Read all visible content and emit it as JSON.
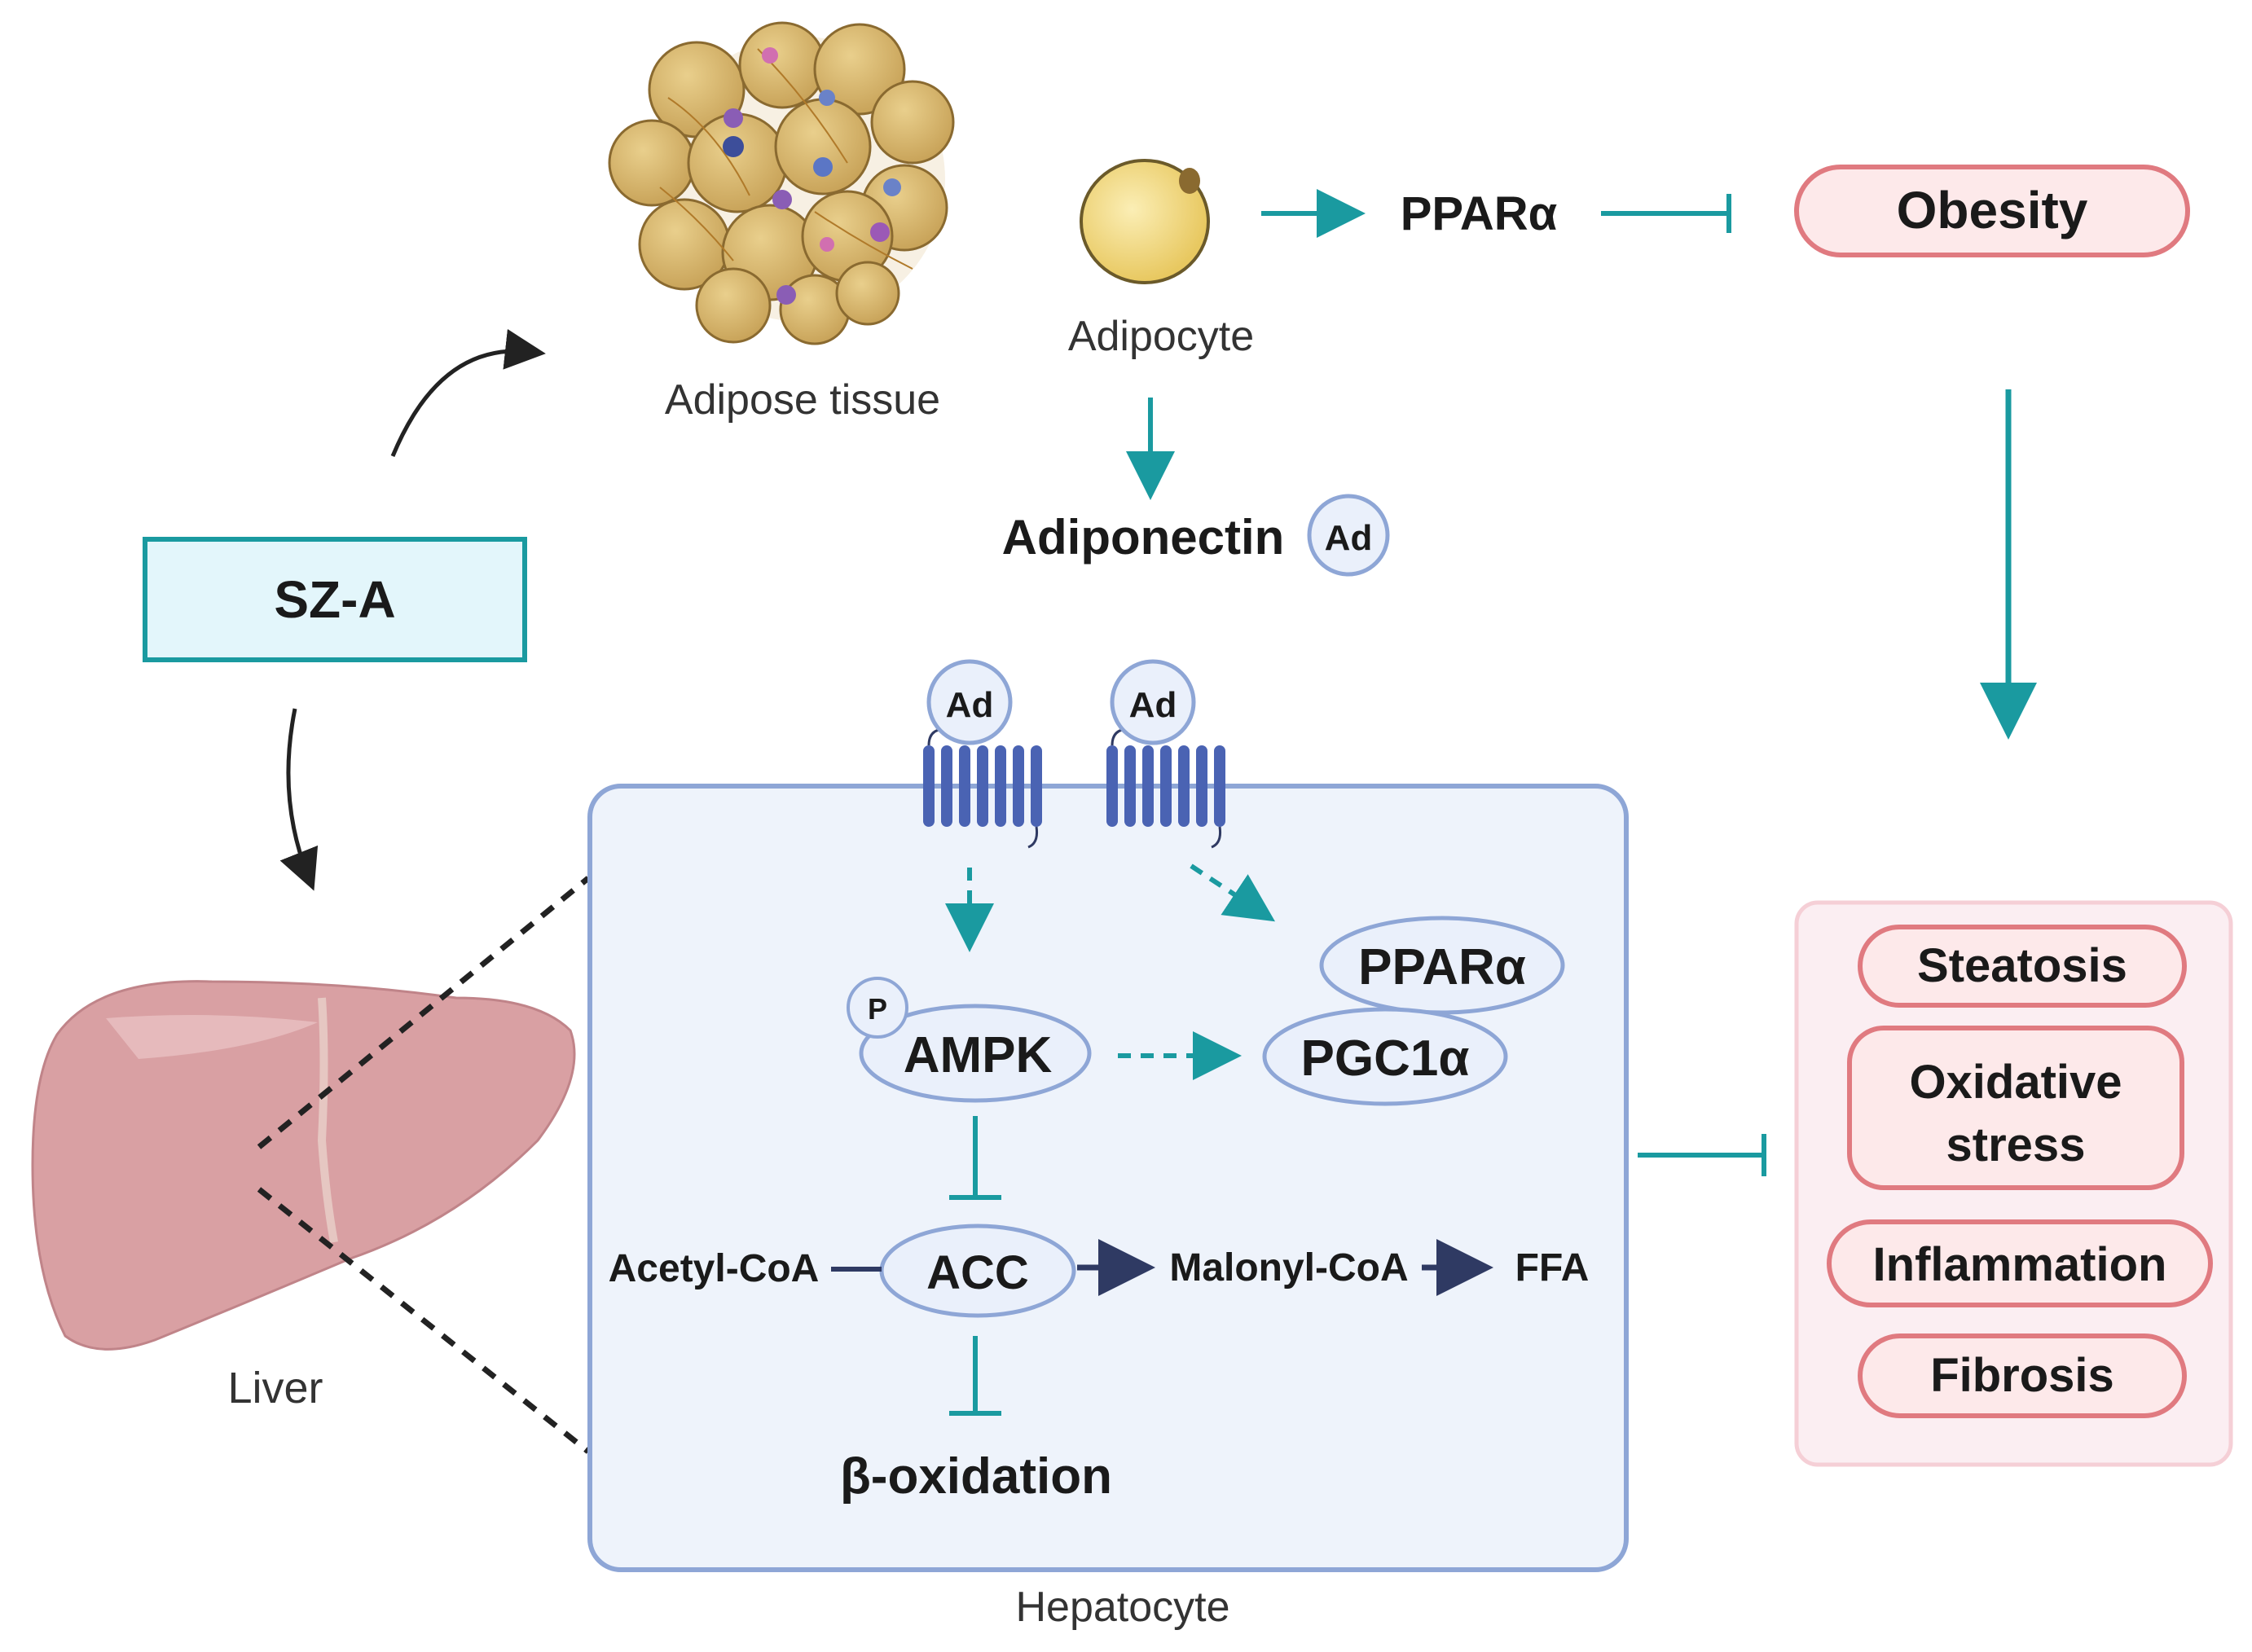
{
  "diagram": {
    "top": {
      "adipose_tissue_label": "Adipose tissue",
      "adipocyte_label": "Adipocyte",
      "pparalpha_label": "PPARα",
      "obesity_label": "Obesity",
      "adiponectin_label": "Adiponectin",
      "ad_badge": "Ad"
    },
    "left": {
      "drug_label": "SZ-A",
      "liver_label": "Liver"
    },
    "hepatocyte": {
      "caption": "Hepatocyte",
      "receptor_ad_1": "Ad",
      "receptor_ad_2": "Ad",
      "phospho_label": "P",
      "ampk_label": "AMPK",
      "ppar_label": "PPARα",
      "pgc1_label": "PGC1α",
      "acc_label": "ACC",
      "acetyl_coa_label": "Acetyl-CoA",
      "malonyl_coa_label": "Malonyl-CoA",
      "ffa_label": "FFA",
      "beta_oxidation_label": "β-oxidation"
    },
    "outcomes": {
      "items": [
        "Steatosis",
        "Oxidative",
        "stress",
        "Inflammation",
        "Fibrosis"
      ]
    },
    "colors": {
      "teal": "#1a9aa0",
      "navy": "#2f3a63",
      "cell_fill": "#eef3fb",
      "cell_stroke": "#8ea6d6",
      "pill_fill": "#fde9ea",
      "pill_stroke": "#e07a80",
      "drug_fill": "#e3f6fb",
      "drug_stroke": "#1a9aa0",
      "liver": "#d9a0a3",
      "adipocyte": "#f5dd8a"
    }
  }
}
